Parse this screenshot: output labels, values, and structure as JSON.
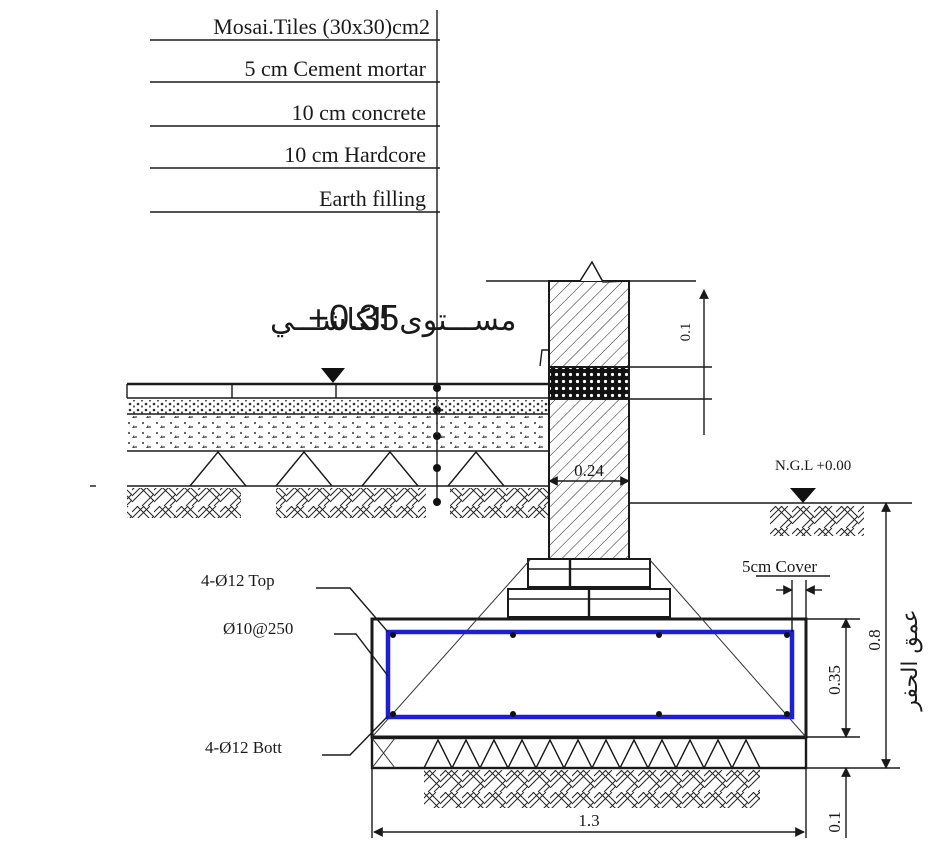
{
  "layers": {
    "tiles": "Mosai.Tiles (30x30)cm2",
    "mortar": "5 cm Cement mortar",
    "concrete": "10 cm concrete",
    "hardcore": "10 cm Hardcore",
    "earth": "Earth filling"
  },
  "floor_level": {
    "value": "+0.35",
    "arabic_label": "مســـتوى الكاشـــي"
  },
  "ngl_label": "N.G.L +0.00",
  "rebar": {
    "top": "4-Ø12 Top",
    "stirrups": "Ø10@250",
    "bottom": "4-Ø12 Bott"
  },
  "cover_label": "5cm Cover",
  "dimensions": {
    "wall_width": "0.24",
    "dpc_height": "0.1",
    "footing_depth": "0.35",
    "excavation_depth": "0.8",
    "excavation_arabic": "عمق الحفر",
    "blinding": "0.1",
    "footing_width": "1.3"
  },
  "colors": {
    "line": "#1a1a1a",
    "rebar": "#1d1fd6",
    "background": "#ffffff"
  }
}
